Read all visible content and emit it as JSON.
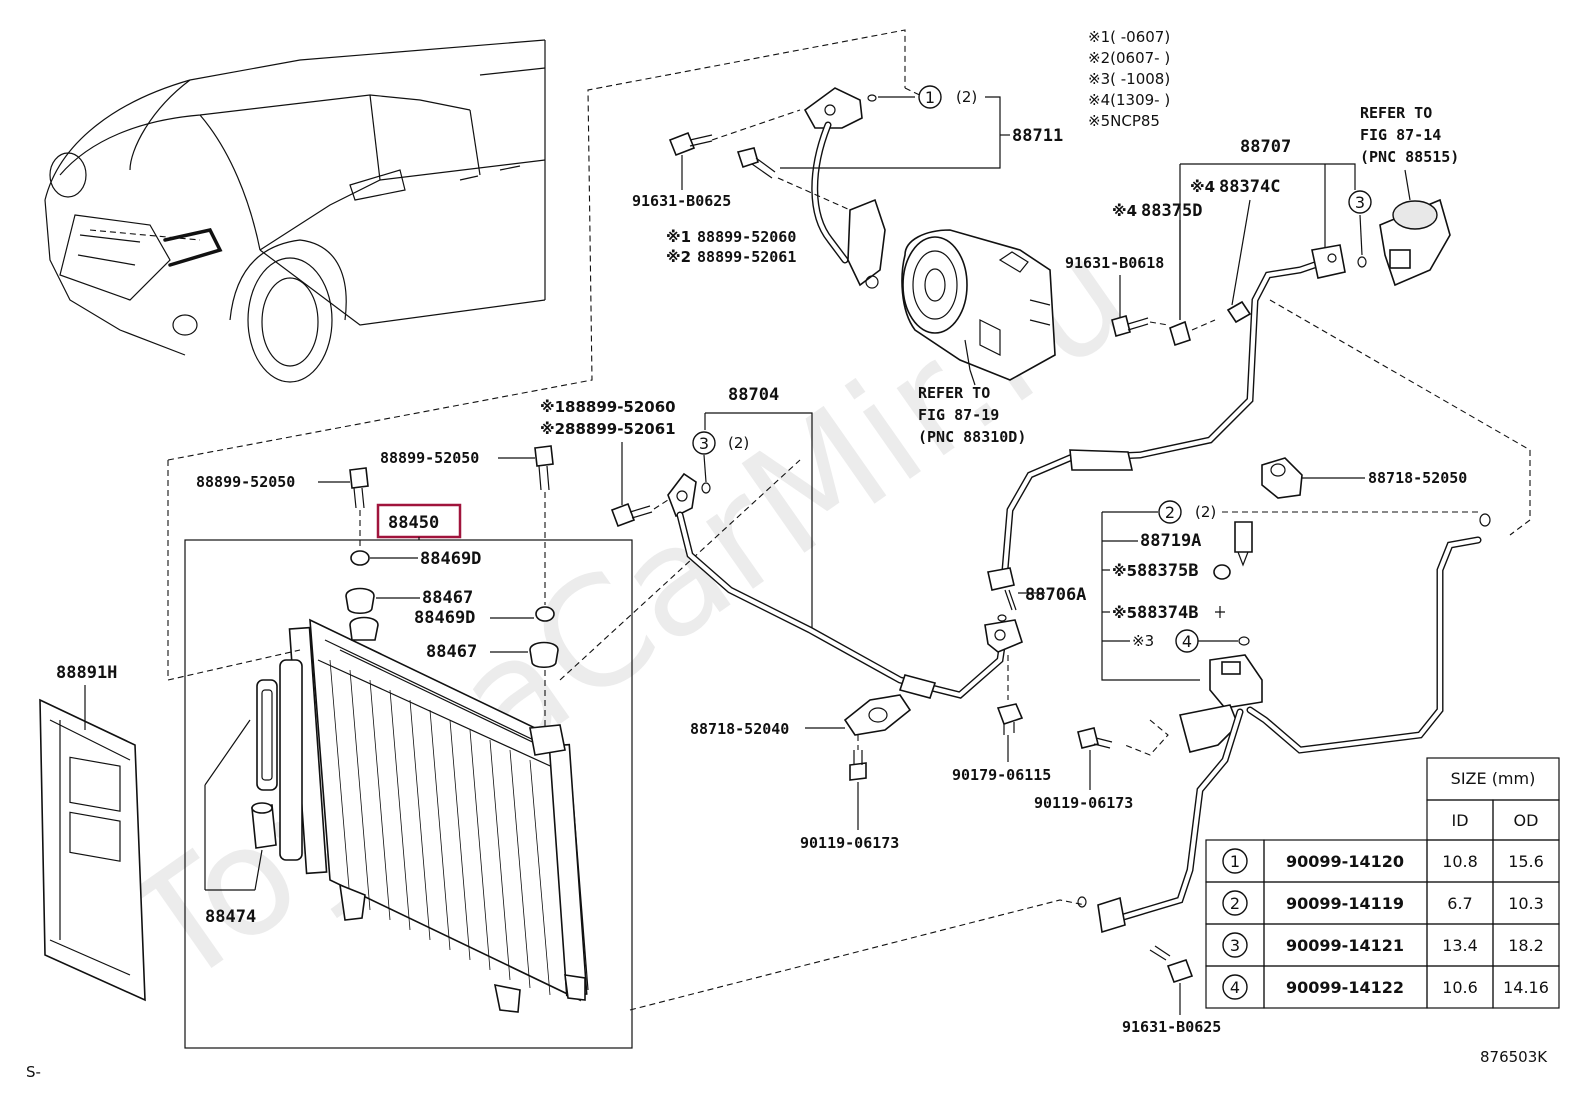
{
  "header_notes": [
    {
      "mark": "※1",
      "text": "(      -0607)"
    },
    {
      "mark": "※2",
      "text": "(0607-      )"
    },
    {
      "mark": "※3",
      "text": "(      -1008)"
    },
    {
      "mark": "※4",
      "text": "(1309-      )"
    },
    {
      "mark": "※5",
      "text": "NCP85"
    }
  ],
  "refs": {
    "top_right": [
      "REFER TO",
      "FIG 87-14",
      "(PNC 88515)"
    ],
    "compressor": [
      "REFER TO",
      "FIG 87-19",
      "(PNC 88310D)"
    ]
  },
  "labels": {
    "p88711": "88711",
    "p88707": "88707",
    "p88374c": "88374C",
    "p88375d": "88375D",
    "n4a": "※4",
    "n4b": "※4",
    "p91631_b0625_top": "91631-B0625",
    "p88899_52060_top": "88899-52060",
    "p88899_52061_top": "88899-52061",
    "n1a": "※1",
    "n2a": "※2",
    "p91631_b0618": "91631-B0618",
    "p88704": "88704",
    "p188899_52060": "※188899-52060",
    "p288899_52061": "※288899-52061",
    "p88899_52050_a": "88899-52050",
    "p88899_52050_b": "88899-52050",
    "p88450": "88450",
    "p88469d_a": "88469D",
    "p88467_a": "88467",
    "p88469d_b": "88469D",
    "p88467_b": "88467",
    "p88891h": "88891H",
    "p88474": "88474",
    "p88718_52040": "88718-52040",
    "p90119_06173_a": "90119-06173",
    "p90179_06115": "90179-06115",
    "p90119_06173_b": "90119-06173",
    "p88718_52050": "88718-52050",
    "p88719a": "88719A",
    "p88375b": "88375B",
    "p88706a": "88706A",
    "p88374b": "88374B",
    "n5a": "※5",
    "n5b": "※5",
    "n3": "※3",
    "p91631_b0625_bot": "91631-B0625",
    "qty2": "(2)",
    "qty2b": "(2)",
    "qty2c": "(2)",
    "footer_left": "S-",
    "footer_right": "876503K",
    "watermark": "ToyotaCarMir.ru"
  },
  "callouts": {
    "c1": "1",
    "c2": "2",
    "c3": "3",
    "c4": "4"
  },
  "size_table": {
    "title": "SIZE (mm)",
    "columns": [
      "ID",
      "OD"
    ],
    "rows": [
      {
        "no": "1",
        "part": "90099-14120",
        "id": "10.8",
        "od": "15.6"
      },
      {
        "no": "2",
        "part": "90099-14119",
        "id": "6.7",
        "od": "10.3"
      },
      {
        "no": "3",
        "part": "90099-14121",
        "id": "13.4",
        "od": "18.2"
      },
      {
        "no": "4",
        "part": "90099-14122",
        "id": "10.6",
        "od": "14.16"
      }
    ]
  },
  "colors": {
    "highlight": "#a0143c",
    "ink": "#111111"
  }
}
